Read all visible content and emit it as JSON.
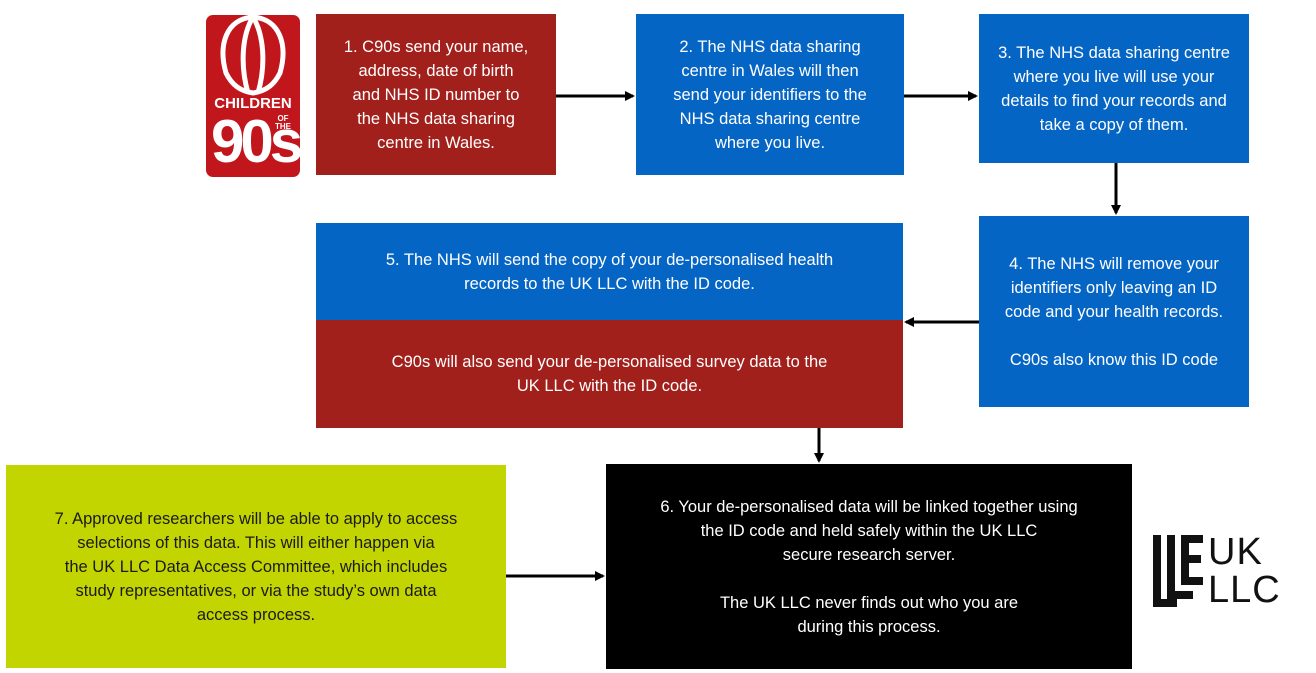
{
  "logos": {
    "c90": {
      "top_word": "CHILDREN",
      "of_the": "OF\nTHE",
      "number": "90s"
    },
    "ukllc": {
      "line1": "UK",
      "line2": "LLC"
    }
  },
  "steps": {
    "step1": "1. C90s send your name,\naddress, date of birth\nand NHS ID number to\nthe NHS data sharing\ncentre in Wales.",
    "step2": "2. The NHS data sharing\ncentre in Wales will then\nsend your identifiers to the\nNHS data sharing centre\nwhere you live.",
    "step3": "3. The NHS data sharing centre\nwhere you live will use your\ndetails to find your records and\ntake a copy of them.",
    "step4": "4. The NHS will remove your\nidentifiers only leaving an ID\ncode and your health records.\n\nC90s also know this ID code",
    "step5_nhs": "5. The NHS will send the copy of your de-personalised health\nrecords to the UK LLC with the ID code.",
    "step5_c90s": "C90s will also send your de-personalised survey data to the\nUK LLC with the ID code.",
    "step6": "6. Your de-personalised data will be linked together using\nthe ID code and held safely within the UK LLC\nsecure research server.\n\nThe UK LLC never finds out who you are\nduring this process.",
    "step7": "7. Approved researchers will be able to apply to access\nselections of this data. This will either happen via\nthe UK LLC Data Access Committee, which includes\nstudy representatives, or via the study’s own data\naccess process."
  },
  "colors": {
    "red": "#a2201c",
    "blue": "#0565c4",
    "black": "#000000",
    "lime": "#c3d500",
    "logo_red": "#c0161c"
  }
}
